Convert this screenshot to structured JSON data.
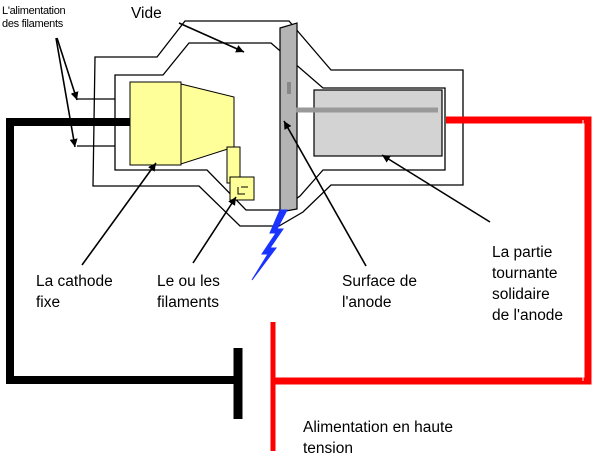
{
  "labels": {
    "filament_supply": "L'alimentation\ndes filaments",
    "vacuum": "Vide",
    "cathode": "La cathode\nfixe",
    "filaments": "Le ou les\nfilaments",
    "anode_surface": "Surface de\nl'anode",
    "rotating_part": "La partie\ntournante\nsolidaire\nde l'anode",
    "high_voltage": "Alimentation en haute\ntension"
  },
  "colors": {
    "cathode_fill": "#ffff99",
    "anode_fill": "#b4b4b4",
    "rotor_fill": "#d3d3d3",
    "rotor_shaft": "#999999",
    "hv_positive": "#ff0000",
    "hv_negative": "#000000",
    "spark": "#1a33ff"
  }
}
